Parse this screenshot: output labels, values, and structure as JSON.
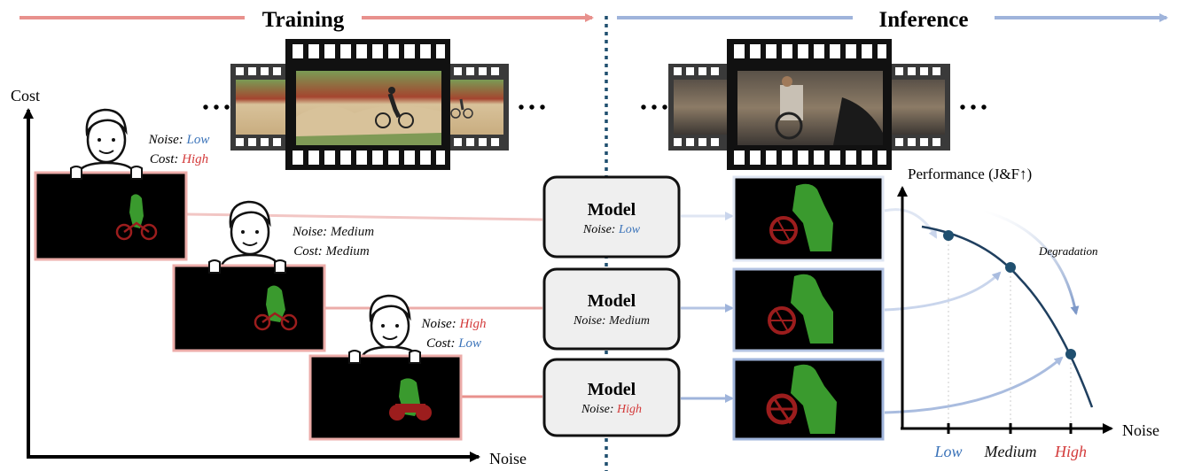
{
  "header": {
    "training_label": "Training",
    "inference_label": "Inference",
    "ellipsis": "• • •"
  },
  "training_axes": {
    "y_label": "Cost",
    "x_label": "Noise"
  },
  "annotators": [
    {
      "noise_key": "Noise:",
      "noise_value": "Low",
      "noise_color": "#3b73b9",
      "cost_key": "Cost:",
      "cost_value": "High",
      "cost_color": "#d33a3a"
    },
    {
      "noise_key": "Noise:",
      "noise_value": "Medium",
      "noise_color": "#111111",
      "cost_key": "Cost:",
      "cost_value": "Medium",
      "cost_color": "#111111"
    },
    {
      "noise_key": "Noise:",
      "noise_value": "High",
      "noise_color": "#d33a3a",
      "cost_key": "Cost:",
      "cost_value": "Low",
      "cost_color": "#3b73b9"
    }
  ],
  "models": [
    {
      "title": "Model",
      "noise_key": "Noise:",
      "noise_value": "Low",
      "noise_color": "#3b73b9"
    },
    {
      "title": "Model",
      "noise_key": "Noise:",
      "noise_value": "Medium",
      "noise_color": "#111111"
    },
    {
      "title": "Model",
      "noise_key": "Noise:",
      "noise_value": "High",
      "noise_color": "#d33a3a"
    }
  ],
  "performance_plot": {
    "y_label": "Performance (J&F↑)",
    "x_label": "Noise",
    "annotation": "Degradation",
    "ticks": [
      {
        "label": "Low",
        "color": "#3b73b9"
      },
      {
        "label": "Medium",
        "color": "#111111"
      },
      {
        "label": "High",
        "color": "#d33a3a"
      }
    ]
  },
  "colors": {
    "training_accent": "#e8918d",
    "inference_accent": "#9fb4db",
    "mask_object": "#3a9a2e",
    "mask_bike": "#9c1d1d",
    "curve": "#1f3f5f"
  }
}
